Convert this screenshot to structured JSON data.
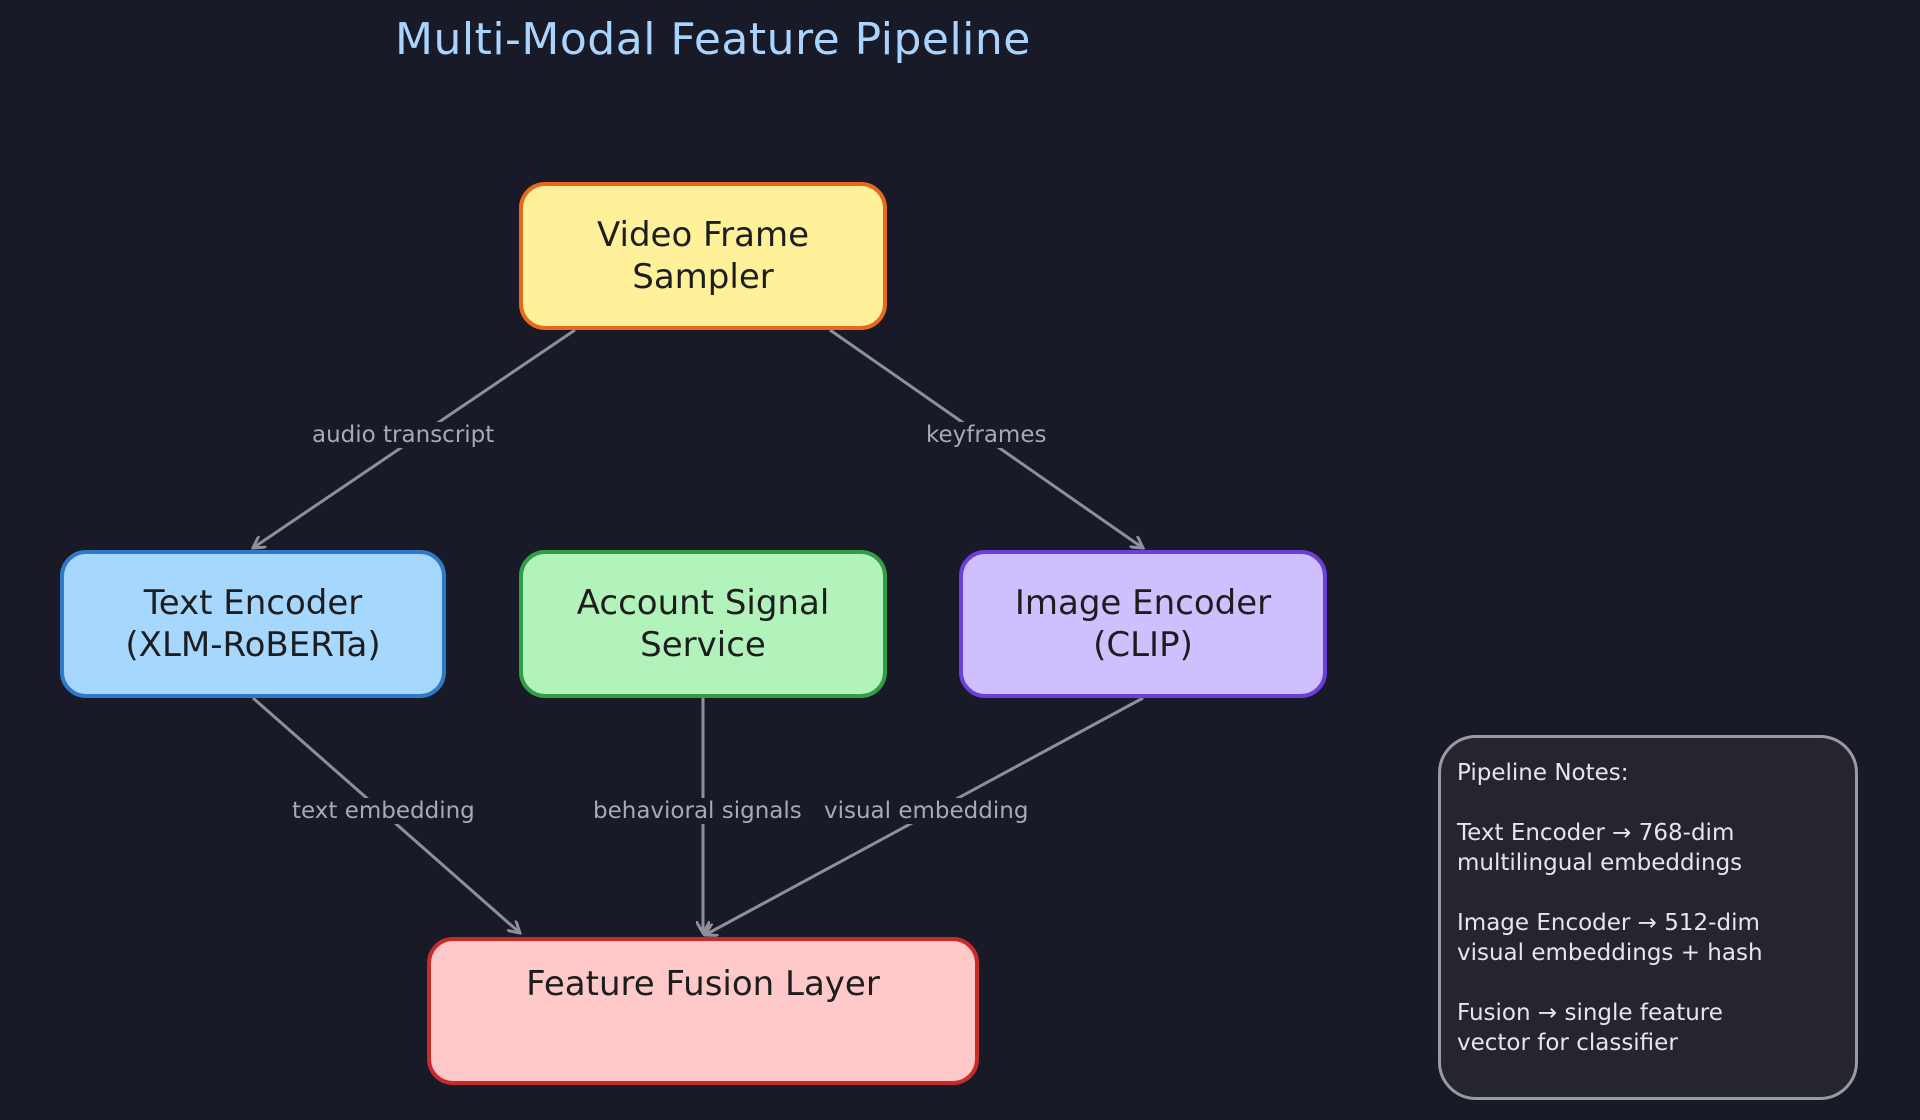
{
  "title": "Multi-Modal Feature Pipeline",
  "nodes": {
    "video": {
      "label": "Video Frame Sampler",
      "fill": "#fff09a",
      "stroke": "#e8691b"
    },
    "text": {
      "label": "Text Encoder\n(XLM-RoBERTa)",
      "fill": "#a6d8ff",
      "stroke": "#2f79c6"
    },
    "account": {
      "label": "Account Signal\nService",
      "fill": "#b2f2bb",
      "stroke": "#2f9e44"
    },
    "image": {
      "label": "Image Encoder\n(CLIP)",
      "fill": "#d0bfff",
      "stroke": "#6741d9"
    },
    "fusion": {
      "label": "Feature Fusion Layer",
      "fill": "#ffc9c9",
      "stroke": "#c92a2a"
    }
  },
  "edges": {
    "audio_transcript": "audio transcript",
    "keyframes": "keyframes",
    "text_embedding": "text embedding",
    "behavioral_signals": "behavioral signals",
    "visual_embedding": "visual embedding"
  },
  "notes": {
    "heading": "Pipeline Notes:",
    "line1": "Text Encoder → 768-dim",
    "line2": "multilingual embeddings",
    "line3": "Image Encoder → 512-dim",
    "line4": "visual embeddings + hash",
    "line5": "Fusion → single feature",
    "line6": "vector for classifier"
  },
  "colors": {
    "background": "#181a27",
    "edge": "#8d8f99",
    "title": "#a8d4ff"
  }
}
